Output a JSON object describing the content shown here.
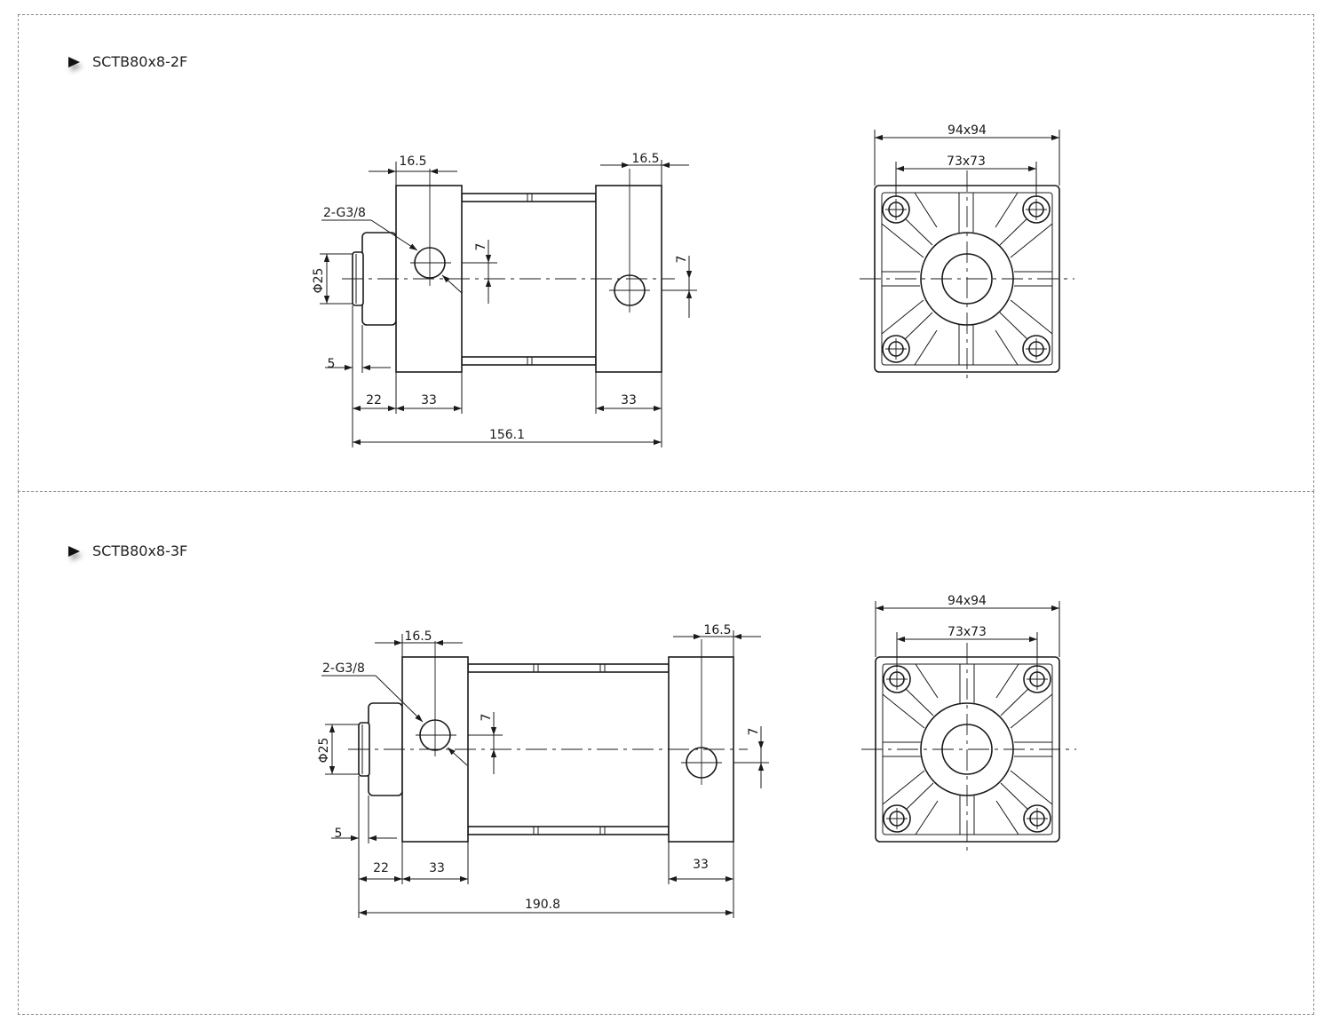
{
  "top": {
    "title": "SCTB80x8-2F",
    "side": {
      "port_offset_left": "16.5",
      "port_offset_right": "16.5",
      "port_label": "2-G3/8",
      "rod_diameter": "Φ25",
      "port_v_left": "7",
      "port_v_right": "7",
      "rod_step": "5",
      "rod_length": "22",
      "cap_left": "33",
      "cap_right": "33",
      "overall": "156.1"
    },
    "end": {
      "outer": "94x94",
      "inner": "73x73"
    }
  },
  "bottom": {
    "title": "SCTB80x8-3F",
    "side": {
      "port_offset_left": "16.5",
      "port_offset_right": "16.5",
      "port_label": "2-G3/8",
      "rod_diameter": "Φ25",
      "port_v_left": "7",
      "port_v_right": "7",
      "rod_step": "5",
      "rod_length": "22",
      "cap_left": "33",
      "cap_right": "33",
      "overall": "190.8"
    },
    "end": {
      "outer": "94x94",
      "inner": "73x73"
    }
  }
}
